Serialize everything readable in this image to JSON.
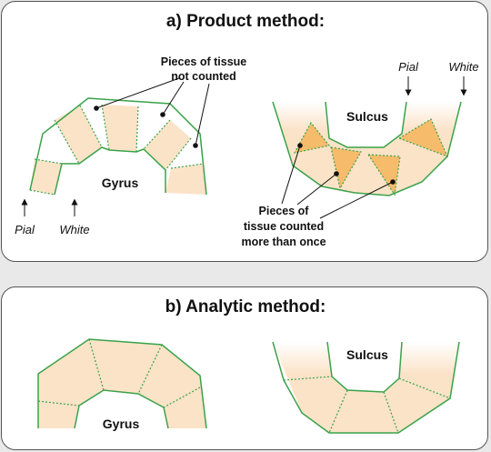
{
  "panel_a": {
    "title": "a) Product method:",
    "gyrus_label": "Gyrus",
    "sulcus_label": "Sulcus",
    "not_counted_line1": "Pieces of tissue",
    "not_counted_line2": "not counted",
    "counted_line1": "Pieces of",
    "counted_line2": "tissue counted",
    "counted_line3": "more than once",
    "pial_left": "Pial",
    "white_left": "White",
    "pial_right": "Pial",
    "white_right": "White"
  },
  "panel_b": {
    "title": "b) Analytic method:",
    "gyrus_label": "Gyrus",
    "sulcus_label": "Sulcus"
  },
  "colors": {
    "tissue_fill": "#fbe3c8",
    "overlap_fill": "#f6bc6c",
    "surface_line": "#3aa24a",
    "panel_border": "#555555",
    "background": "#e9e9e9"
  }
}
